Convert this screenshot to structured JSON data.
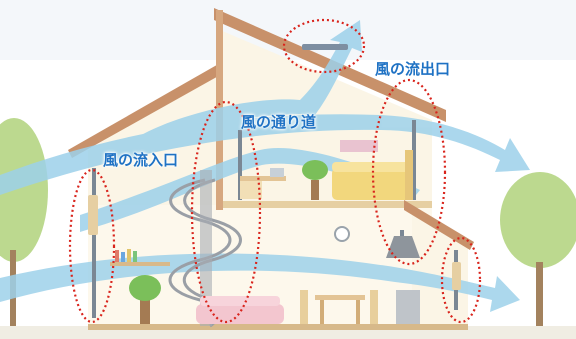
{
  "labels": {
    "outlet": "風の流出口",
    "passage": "風の通り道",
    "inlet": "風の流入口"
  },
  "colors": {
    "wind_arrow": "#9dd1ea",
    "label_text": "#1f72c4",
    "highlight_ellipse": "#d9241c",
    "roof": "#c8916a",
    "wall": "#fbf5e6",
    "tree": "#b9d88a"
  },
  "icons": [
    "wind-arrow-icon",
    "ceiling-vent-icon",
    "window-icon",
    "tree-icon",
    "plant-icon",
    "bed-icon",
    "sofa-icon",
    "spiral-staircase-icon",
    "wall-clock-icon",
    "range-hood-icon",
    "dining-table-icon"
  ]
}
